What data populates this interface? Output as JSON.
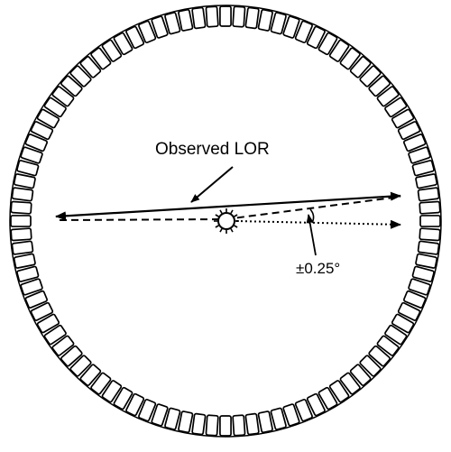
{
  "diagram": {
    "labels": {
      "observed_lor": "Observed LOR",
      "angle": "±0.25°"
    },
    "detector_ring": {
      "crystal_count": 96
    },
    "colors": {
      "stroke": "#000000",
      "background": "#ffffff"
    },
    "icons": {
      "source": "sun-icon"
    }
  }
}
